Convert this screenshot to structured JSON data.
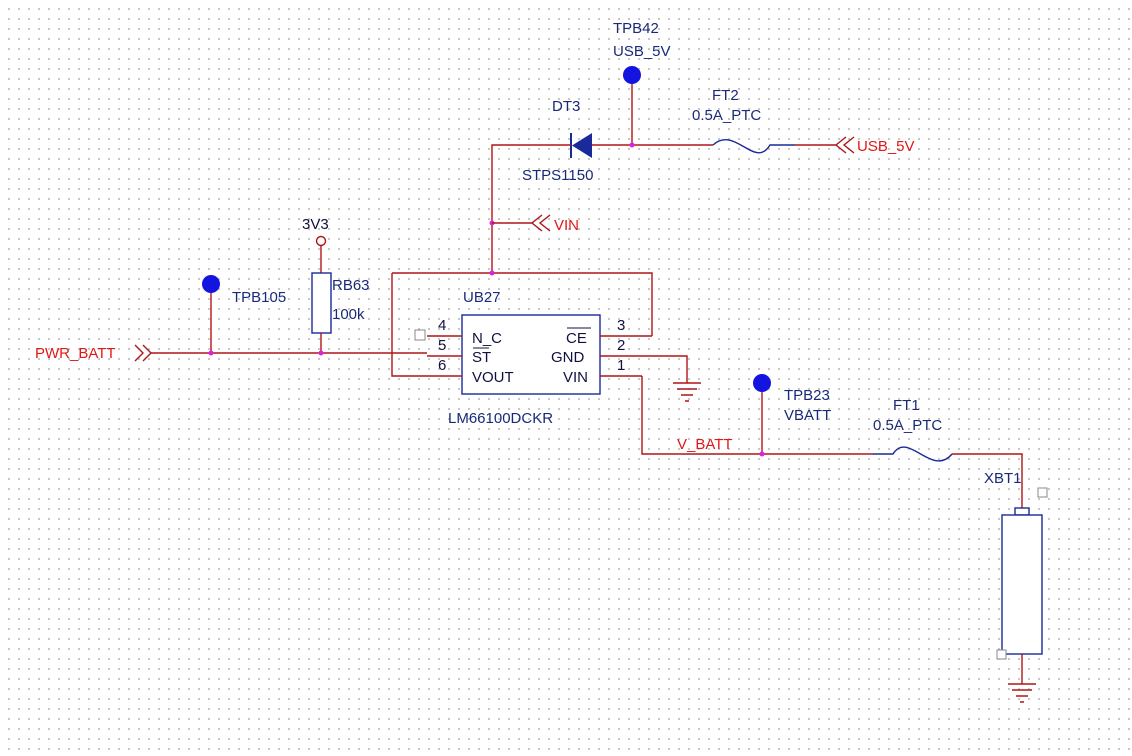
{
  "components": {
    "tpb42": {
      "ref": "TPB42",
      "value": "USB_5V"
    },
    "dt3": {
      "ref": "DT3",
      "value": "STPS1150"
    },
    "ft2": {
      "ref": "FT2",
      "value": "0.5A_PTC"
    },
    "ft1": {
      "ref": "FT1",
      "value": "0.5A_PTC"
    },
    "rb63": {
      "ref": "RB63",
      "value": "100k"
    },
    "tpb105": {
      "ref": "TPB105"
    },
    "tpb23": {
      "ref": "TPB23",
      "value": "VBATT"
    },
    "ub27": {
      "ref": "UB27",
      "value": "LM66100DCKR",
      "pins_left": [
        {
          "num": "4",
          "name": "N_C"
        },
        {
          "num": "5",
          "name": "ST"
        },
        {
          "num": "6",
          "name": "VOUT"
        }
      ],
      "pins_right": [
        {
          "num": "3",
          "name": "CE"
        },
        {
          "num": "2",
          "name": "GND"
        },
        {
          "num": "1",
          "name": "VIN"
        }
      ]
    },
    "xbt1": {
      "ref": "XBT1"
    }
  },
  "power": {
    "v3v3": "3V3"
  },
  "nets": {
    "usb_5v": "USB_5V",
    "vin": "VIN",
    "pwr_batt": "PWR_BATT",
    "v_batt": "V_BATT"
  },
  "colors": {
    "wire": "#b01515",
    "body": "#1a2a9a",
    "net_label": "#e01818",
    "junction": "#e020e0",
    "test_point": "#1414e0"
  }
}
